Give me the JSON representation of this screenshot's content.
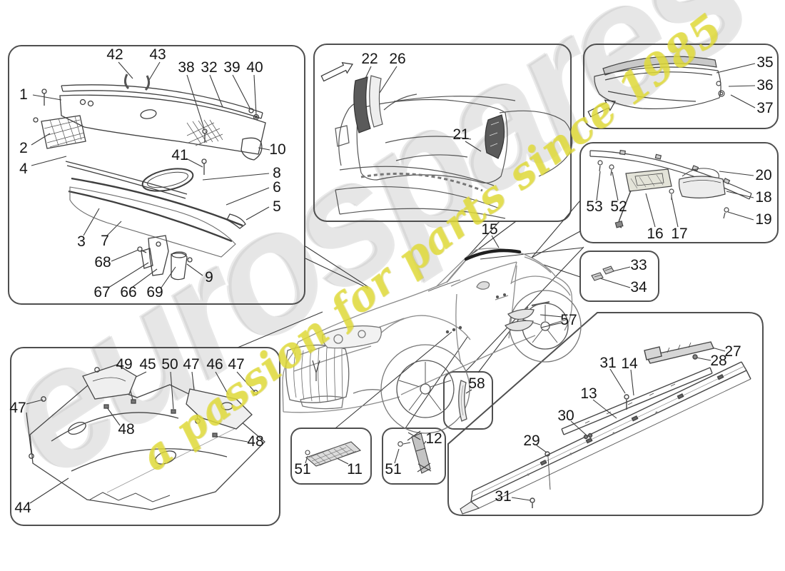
{
  "watermark": {
    "brand": "eurospares",
    "tagline": "a passion for parts since 1985"
  },
  "colors": {
    "tagline_yellow": "#e2dd3c",
    "brand_gray": "#b2b2b2",
    "line_dark": "#3a3a3a",
    "box_border": "#4f4f4f"
  },
  "sections": {
    "cowl": {
      "numbers": [
        "1",
        "42",
        "43",
        "38",
        "32",
        "39",
        "40",
        "2",
        "4",
        "41",
        "10",
        "8",
        "6",
        "5",
        "3",
        "7",
        "68",
        "67",
        "66",
        "69",
        "9"
      ]
    },
    "trunk": {
      "numbers": [
        "22",
        "26",
        "21"
      ]
    },
    "lid": {
      "numbers": [
        "35",
        "36",
        "37"
      ]
    },
    "roof_trim": {
      "numbers": [
        "20",
        "18",
        "19",
        "53",
        "52",
        "16",
        "17"
      ]
    },
    "clips": {
      "numbers": [
        "33",
        "34"
      ]
    },
    "car": {
      "numbers": [
        "15",
        "57",
        "58"
      ]
    },
    "shield": {
      "numbers": [
        "47",
        "49",
        "45",
        "50",
        "47",
        "46",
        "47",
        "48",
        "48",
        "44"
      ]
    },
    "mesh_grille": {
      "numbers": [
        "51",
        "11"
      ]
    },
    "bracket": {
      "numbers": [
        "51",
        "12"
      ]
    },
    "sill": {
      "numbers": [
        "27",
        "28",
        "31",
        "14",
        "13",
        "30",
        "29",
        "31"
      ]
    }
  }
}
